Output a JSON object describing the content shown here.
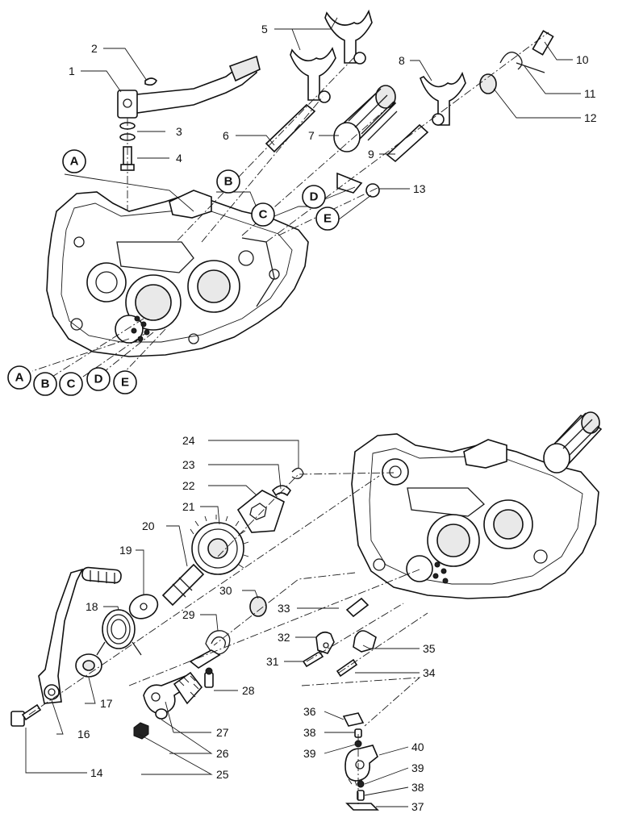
{
  "callouts": [
    "1",
    "2",
    "3",
    "4",
    "5",
    "6",
    "7",
    "8",
    "9",
    "10",
    "11",
    "12",
    "13",
    "14",
    "16",
    "17",
    "18",
    "19",
    "20",
    "21",
    "22",
    "23",
    "24",
    "25",
    "26",
    "27",
    "28",
    "29",
    "30",
    "31",
    "32",
    "33",
    "34",
    "35",
    "36",
    "37",
    "38",
    "39",
    "40"
  ],
  "letters": [
    "A",
    "B",
    "C",
    "D",
    "E"
  ],
  "labels": {
    "n1": "1",
    "n2": "2",
    "n3": "3",
    "n4": "4",
    "n5": "5",
    "n6": "6",
    "n7": "7",
    "n8": "8",
    "n9": "9",
    "n10": "10",
    "n11": "11",
    "n12": "12",
    "n13": "13",
    "n14": "14",
    "n16": "16",
    "n17": "17",
    "n18": "18",
    "n19": "19",
    "n20": "20",
    "n21": "21",
    "n22": "22",
    "n23": "23",
    "n24": "24",
    "n25": "25",
    "n26": "26",
    "n27": "27",
    "n28": "28",
    "n29": "29",
    "n30": "30",
    "n31": "31",
    "n32": "32",
    "n33": "33",
    "n34": "34",
    "n35": "35",
    "n36": "36",
    "n37": "37",
    "n38a": "38",
    "n38b": "38",
    "n39a": "39",
    "n39b": "39",
    "n40": "40",
    "A": "A",
    "B": "B",
    "C": "C",
    "D": "D",
    "E": "E"
  }
}
